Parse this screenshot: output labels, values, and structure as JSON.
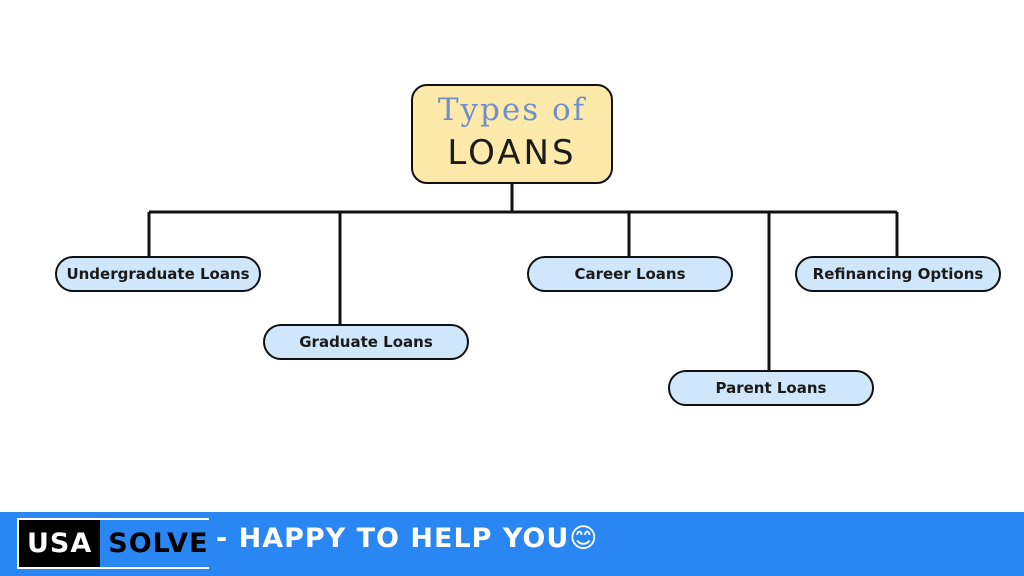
{
  "diagram": {
    "root": {
      "line1": "Types of",
      "line2": "LOANS"
    },
    "nodes": [
      {
        "id": "undergraduate",
        "label": "Undergraduate Loans"
      },
      {
        "id": "graduate",
        "label": "Graduate Loans"
      },
      {
        "id": "career",
        "label": "Career Loans"
      },
      {
        "id": "parent",
        "label": "Parent Loans"
      },
      {
        "id": "refinancing",
        "label": "Refinancing Options"
      }
    ],
    "edges": [
      {
        "from": "root",
        "to": "undergraduate"
      },
      {
        "from": "root",
        "to": "graduate"
      },
      {
        "from": "root",
        "to": "career"
      },
      {
        "from": "root",
        "to": "parent"
      },
      {
        "from": "root",
        "to": "refinancing"
      }
    ]
  },
  "footer": {
    "logo_left": "USA",
    "logo_right": "SOLVE",
    "tagline": "- HAPPY TO HELP YOU😊"
  },
  "colors": {
    "root_fill": "#fde9a9",
    "node_fill": "#cfe6fb",
    "footer_bar": "#2a86f3",
    "line": "#111111"
  }
}
